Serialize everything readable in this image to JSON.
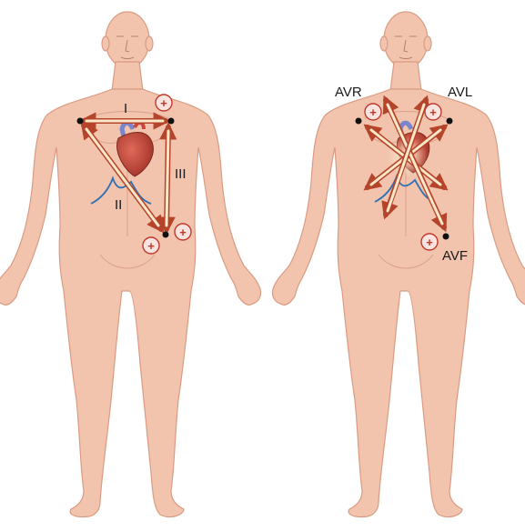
{
  "figures": {
    "left": {
      "leads": [
        {
          "id": "I",
          "label": "I"
        },
        {
          "id": "II",
          "label": "II"
        },
        {
          "id": "III",
          "label": "III"
        }
      ],
      "positive_markers": [
        "+",
        "+",
        "+"
      ]
    },
    "right": {
      "leads": [
        {
          "id": "AVR",
          "label": "AVR"
        },
        {
          "id": "AVL",
          "label": "AVL"
        },
        {
          "id": "AVF",
          "label": "AVF"
        }
      ],
      "positive_markers": [
        "+",
        "+",
        "+"
      ]
    }
  },
  "colors": {
    "skin": "#f2c4ae",
    "skin_outline": "#d99b82",
    "skin_shadow": "#e6ad96",
    "arrow_light": "#fbe7c9",
    "arrow_dark": "#b5452a",
    "plus_fill": "#fbe3e0",
    "plus_stroke": "#c0392b",
    "ecg_wave": "#2f6fb4",
    "heart": "#c9473a",
    "vessels_blue": "#7a86c9",
    "electrode": "#111111",
    "center_glow": "#fff8c8"
  }
}
